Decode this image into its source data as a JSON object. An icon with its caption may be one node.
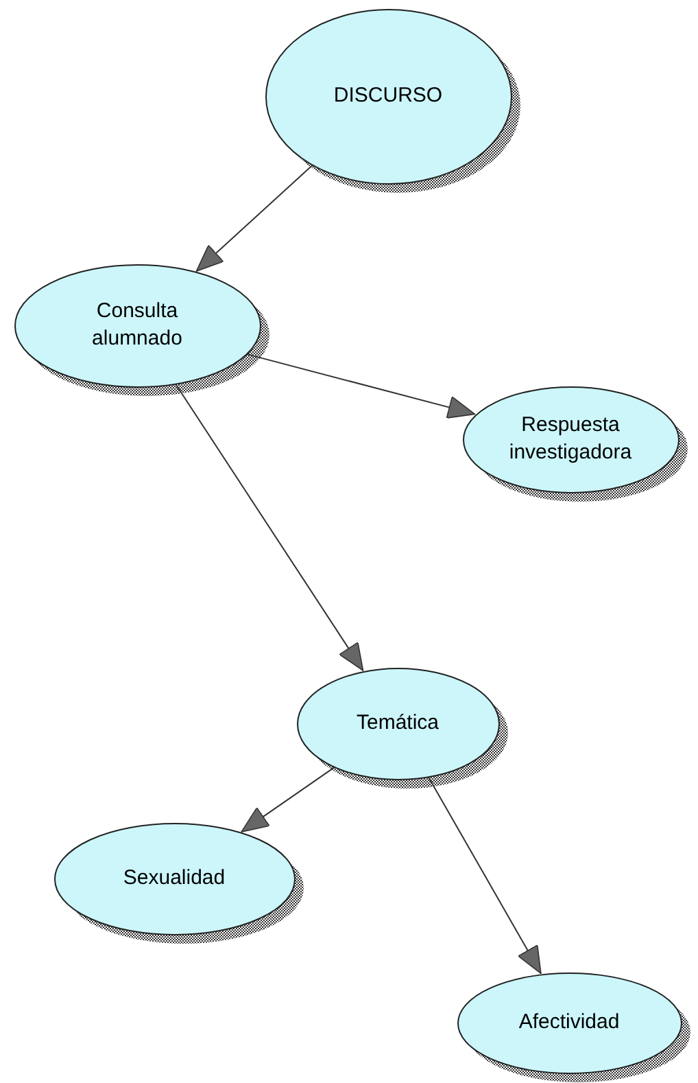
{
  "diagram": {
    "nodes": [
      {
        "text": [
          "DISCURSO"
        ]
      },
      {
        "text": [
          "Consulta alumnado"
        ]
      },
      {
        "text": [
          "Respuesta investigadora"
        ]
      },
      {
        "text": [
          "Temática"
        ]
      },
      {
        "text": [
          "Sexualidad"
        ]
      },
      {
        "text": [
          "Afectividad"
        ]
      }
    ],
    "edges": [
      {
        "from": 0,
        "to": 1,
        "arrow": "to"
      },
      {
        "from": 1,
        "to": 2,
        "arrow": "to"
      },
      {
        "from": 1,
        "to": 3,
        "arrow": "to"
      },
      {
        "from": 3,
        "to": 4,
        "arrow": "to"
      },
      {
        "from": 3,
        "to": 5,
        "arrow": "to"
      }
    ]
  }
}
